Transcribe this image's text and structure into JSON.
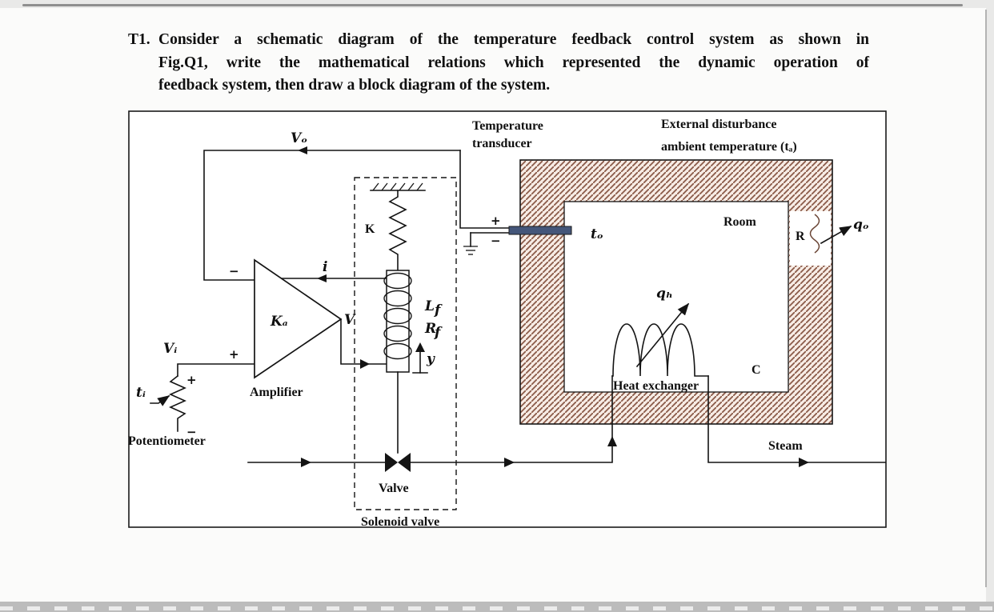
{
  "question": {
    "number": "T1.",
    "lines": [
      "Consider a schematic diagram of the temperature feedback control system as shown in",
      "Fig.Q1, write the mathematical relations which represented the dynamic operation of",
      "feedback system, then draw a block diagram of the system."
    ]
  },
  "figure": {
    "feedback": {
      "vo": "Vₒ",
      "amp_minus": "−",
      "amp_plus": "+"
    },
    "transducer": {
      "line1": "Temperature",
      "line2": "transducer",
      "plus": "+",
      "minus": "−"
    },
    "disturbance": {
      "line1": "External disturbance",
      "line2": "ambient temperature (tₐ)"
    },
    "amplifier": {
      "gain": "Kₐ",
      "output": "V",
      "current": "i",
      "caption": "Amplifier"
    },
    "potentiometer": {
      "vi": "Vᵢ",
      "ti": "tᵢ",
      "plus": "+",
      "minus": "−",
      "caption": "Potentiometer"
    },
    "solenoid": {
      "spring": "K",
      "l": "L",
      "l_sub": "f",
      "r": "R",
      "r_sub": "f",
      "y": "y",
      "valve": "Valve",
      "caption": "Solenoid valve"
    },
    "room": {
      "to": "tₒ",
      "label": "Room",
      "r": "R",
      "qo": "qₒ",
      "qh": "qₕ",
      "c": "C",
      "heat_exchanger": "Heat exchanger",
      "steam": "Steam"
    }
  },
  "colors": {
    "probe": "#44567a",
    "wall_hatch": "#8a5a48",
    "wall_bg": "#f7ece5",
    "ink": "#141414"
  }
}
